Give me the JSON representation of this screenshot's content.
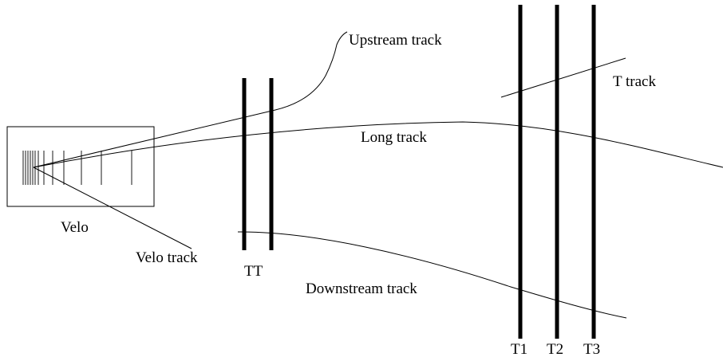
{
  "labels": {
    "velo": "Velo",
    "velo_track": "Velo track",
    "upstream_track": "Upstream track",
    "long_track": "Long track",
    "downstream_track": "Downstream track",
    "t_track": "T track",
    "tt": "TT",
    "t1": "T1",
    "t2": "T2",
    "t3": "T3"
  }
}
